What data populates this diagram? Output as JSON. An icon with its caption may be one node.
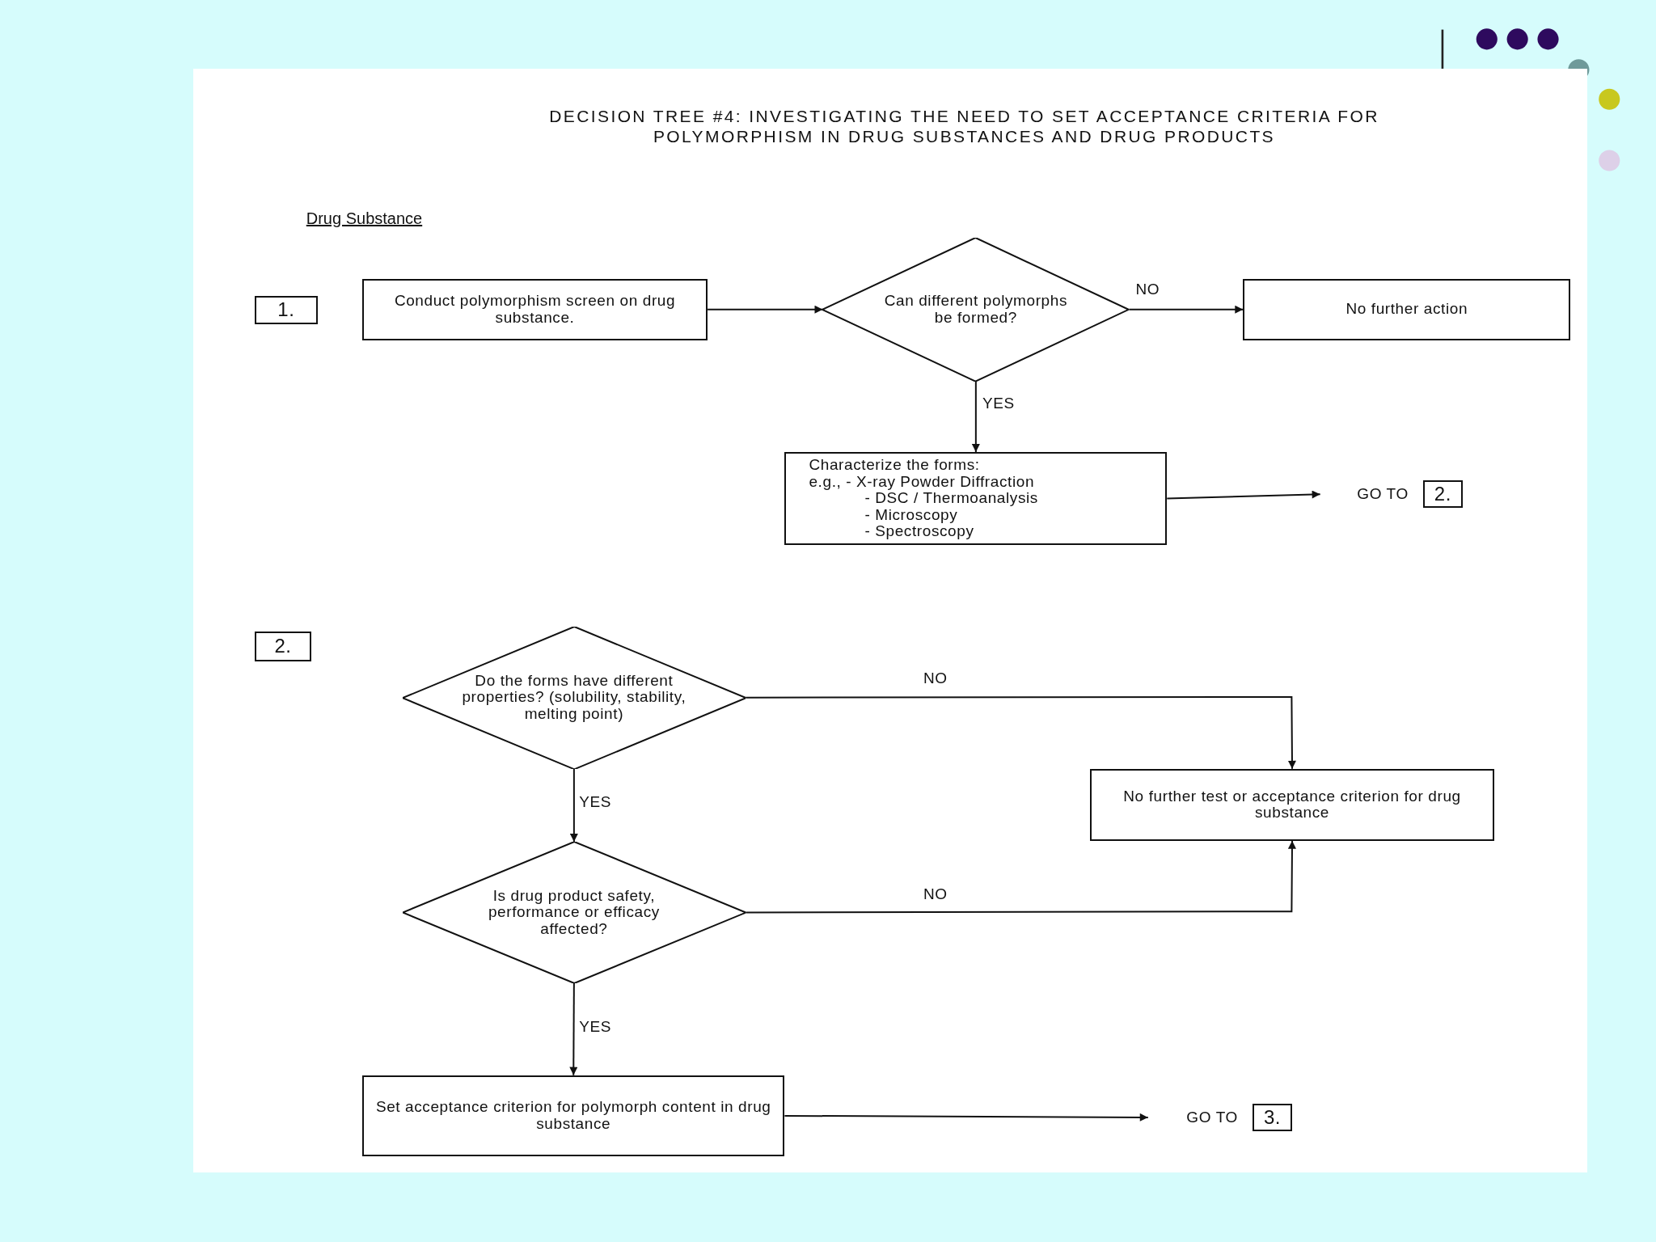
{
  "diagram": {
    "title": "DECISION TREE #4: INVESTIGATING THE NEED TO SET ACCEPTANCE CRITERIA FOR POLYMORPHISM IN DRUG SUBSTANCES AND DRUG PRODUCTS",
    "nodes": [
      {
        "text": [
          "1."
        ]
      },
      {
        "text": [
          "Conduct polymorphism screen on drug substance."
        ]
      },
      {
        "text": [
          "Can different polymorphs be formed?"
        ]
      },
      {
        "text": [
          "No further action"
        ]
      },
      {
        "text": [
          "Characterize the forms:",
          "e.g., - X-ray Powder Diffraction",
          "- DSC / Thermoanalysis",
          "- Microscopy",
          "- Spectroscopy"
        ]
      },
      {
        "text": [
          "GO TO",
          "2."
        ]
      },
      {
        "text": [
          "2."
        ]
      },
      {
        "text": [
          "Do the forms have different properties? (solubility, stability, melting point)"
        ]
      },
      {
        "text": [
          "No further test or acceptance criterion for drug substance"
        ]
      },
      {
        "text": [
          "Is drug product safety, performance or efficacy affected?"
        ]
      },
      {
        "text": [
          "Set acceptance criterion for polymorph content in drug substance"
        ]
      },
      {
        "text": [
          "GO TO",
          "3."
        ]
      }
    ],
    "edges": [
      {
        "from": 1,
        "to": 2,
        "arrow": "to"
      },
      {
        "from": 2,
        "to": 3,
        "arrow": "to",
        "label": "NO"
      },
      {
        "from": 2,
        "to": 4,
        "arrow": "to",
        "label": "YES"
      },
      {
        "from": 4,
        "to": 5,
        "arrow": "to"
      },
      {
        "from": 7,
        "to": 8,
        "arrow": "to",
        "label": "NO"
      },
      {
        "from": 7,
        "to": 9,
        "arrow": "to",
        "label": "YES"
      },
      {
        "from": 9,
        "to": 8,
        "arrow": "to",
        "label": "NO"
      },
      {
        "from": 9,
        "to": 10,
        "arrow": "to",
        "label": "YES"
      },
      {
        "from": 10,
        "to": 11,
        "arrow": "to"
      }
    ],
    "labels": [
      "Drug Substance"
    ]
  }
}
